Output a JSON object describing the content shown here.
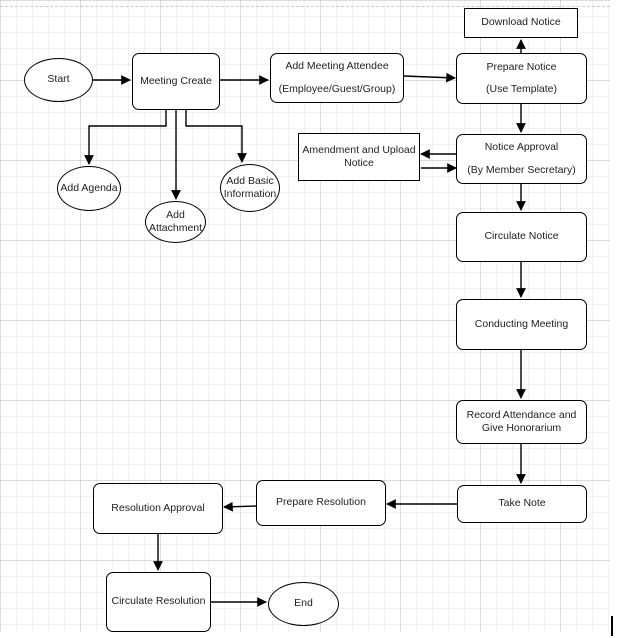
{
  "nodes": {
    "start": "Start",
    "meeting_create": "Meeting Create",
    "add_meeting_attendee": [
      "Add Meeting Attendee",
      "(Employee/Guest/Group)"
    ],
    "download_notice": "Download Notice",
    "prepare_notice": [
      "Prepare Notice",
      "(Use Template)"
    ],
    "add_agenda": "Add Agenda",
    "add_attachment": [
      "Add",
      "Attachment"
    ],
    "add_basic_information": [
      "Add Basic",
      "Information"
    ],
    "amendment_upload_notice": [
      "Amendment and Upload",
      "Notice"
    ],
    "notice_approval": [
      "Notice Approval",
      "(By Member Secretary)"
    ],
    "circulate_notice": "Circulate Notice",
    "conducting_meeting": "Conducting Meeting",
    "record_attendance": [
      "Record Attendance and",
      "Give Honorarium"
    ],
    "take_note": "Take Note",
    "prepare_resolution": "Prepare Resolution",
    "resolution_approval": "Resolution Approval",
    "circulate_resolution": "Circulate Resolution",
    "end": "End"
  },
  "colors": {
    "stroke": "#000000",
    "text": "#222222",
    "grid": "#e6e6e6",
    "background": "#ffffff"
  }
}
